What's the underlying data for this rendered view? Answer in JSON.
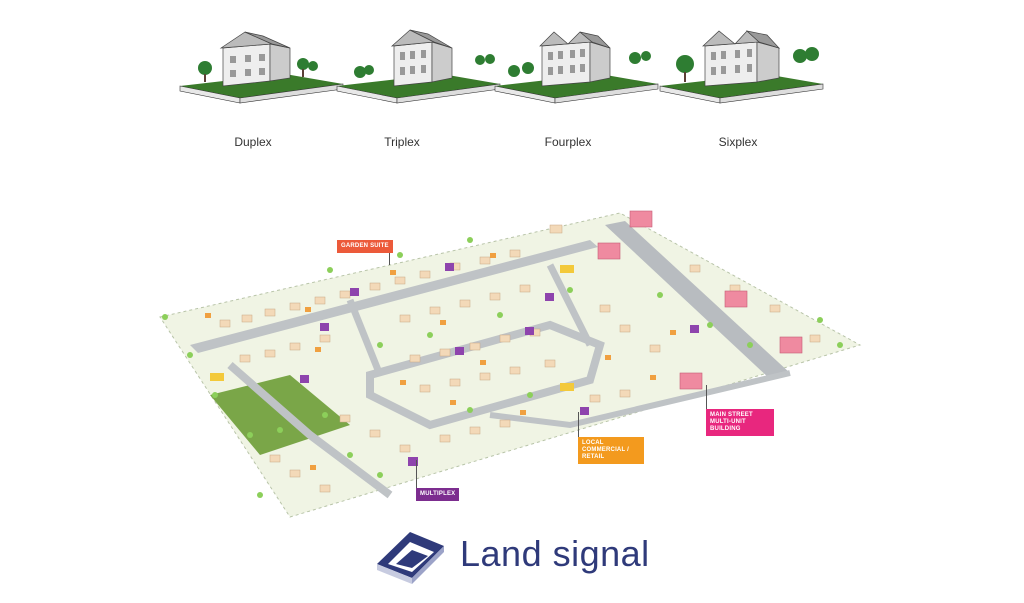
{
  "housing_types": [
    {
      "label": "Duplex"
    },
    {
      "label": "Triplex"
    },
    {
      "label": "Fourplex"
    },
    {
      "label": "Sixplex"
    }
  ],
  "callouts": {
    "garden_suite": {
      "label": "GARDEN SUITE",
      "color": "#ec5a3a"
    },
    "multiplex": {
      "label": "MULTIPLEX",
      "color": "#7c2d8f"
    },
    "local_commercial": {
      "label": "LOCAL COMMERCIAL / RETAIL",
      "color": "#f39a1e"
    },
    "main_street": {
      "label": "MAIN STREET MULTI-UNIT BUILDING",
      "color": "#e8277e"
    }
  },
  "brand": {
    "name": "Land signal",
    "color": "#2f3a7a"
  }
}
